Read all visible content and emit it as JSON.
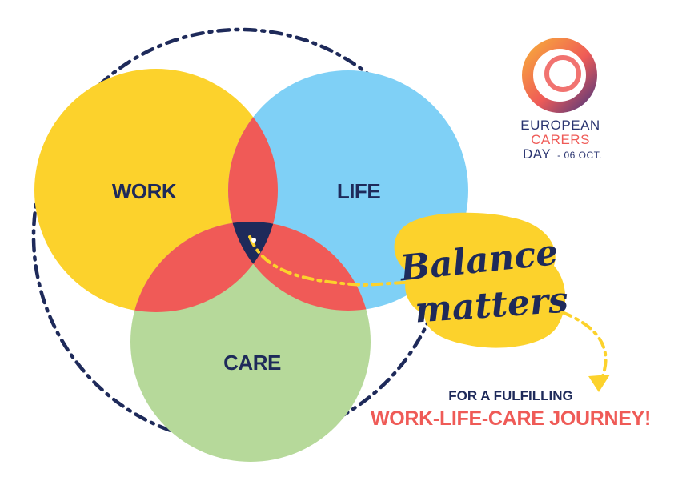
{
  "diagram": {
    "circles": {
      "work": {
        "label": "WORK",
        "color": "#fcd22c"
      },
      "life": {
        "label": "LIFE",
        "color": "#7fd0f6"
      },
      "care": {
        "label": "CARE",
        "color": "#b6d99a"
      }
    },
    "overlap_color": "#f05a57",
    "center_color": "#1e2a5a",
    "outline_color": "#1e2a5a"
  },
  "callout": {
    "line1": "Balance",
    "line2": "matters",
    "sticker_color": "#fcd22c"
  },
  "logo": {
    "line1": "EUROPEAN",
    "line2": "CARERS",
    "line3_main": "DAY",
    "line3_sub": "- 06 OCT.",
    "ring_colors": [
      "#f7a93b",
      "#ef5b57",
      "#5a3a7a"
    ]
  },
  "tagline": {
    "line1": "FOR A FULFILLING",
    "line2": "WORK-LIFE-CARE JOURNEY!"
  }
}
